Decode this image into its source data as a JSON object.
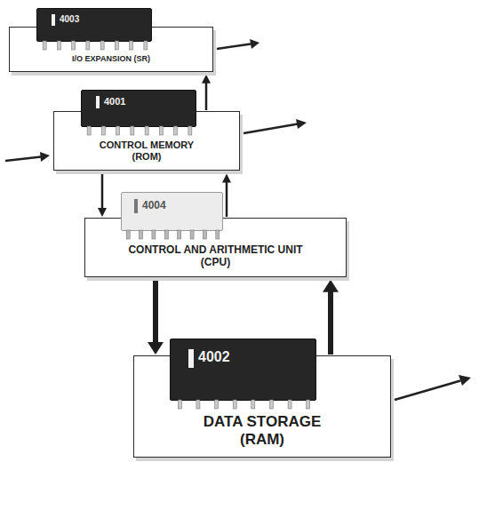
{
  "diagram": {
    "nodes": [
      {
        "text": [
          "I/O EXPANSION (SR)"
        ]
      },
      {
        "text": [
          "4003"
        ],
        "in": 0
      },
      {
        "text": [
          "CONTROL MEMORY (ROM)"
        ]
      },
      {
        "text": [
          "4001"
        ],
        "in": 2
      },
      {
        "text": [
          "CONTROL AND ARITHMETIC UNIT (CPU)"
        ]
      },
      {
        "text": [
          "4004"
        ],
        "in": 4
      },
      {
        "text": [
          "DATA STORAGE (RAM)"
        ]
      },
      {
        "text": [
          "4002"
        ],
        "in": 6
      }
    ],
    "edges": [
      {
        "from": 2,
        "to": 0,
        "arrow": "to"
      },
      {
        "from": 4,
        "to": 2,
        "arrow": "to"
      },
      {
        "from": 2,
        "to": 4,
        "arrow": "to"
      },
      {
        "from": 4,
        "to": 6,
        "arrow": "to"
      },
      {
        "from": 6,
        "to": 4,
        "arrow": "to"
      }
    ]
  }
}
